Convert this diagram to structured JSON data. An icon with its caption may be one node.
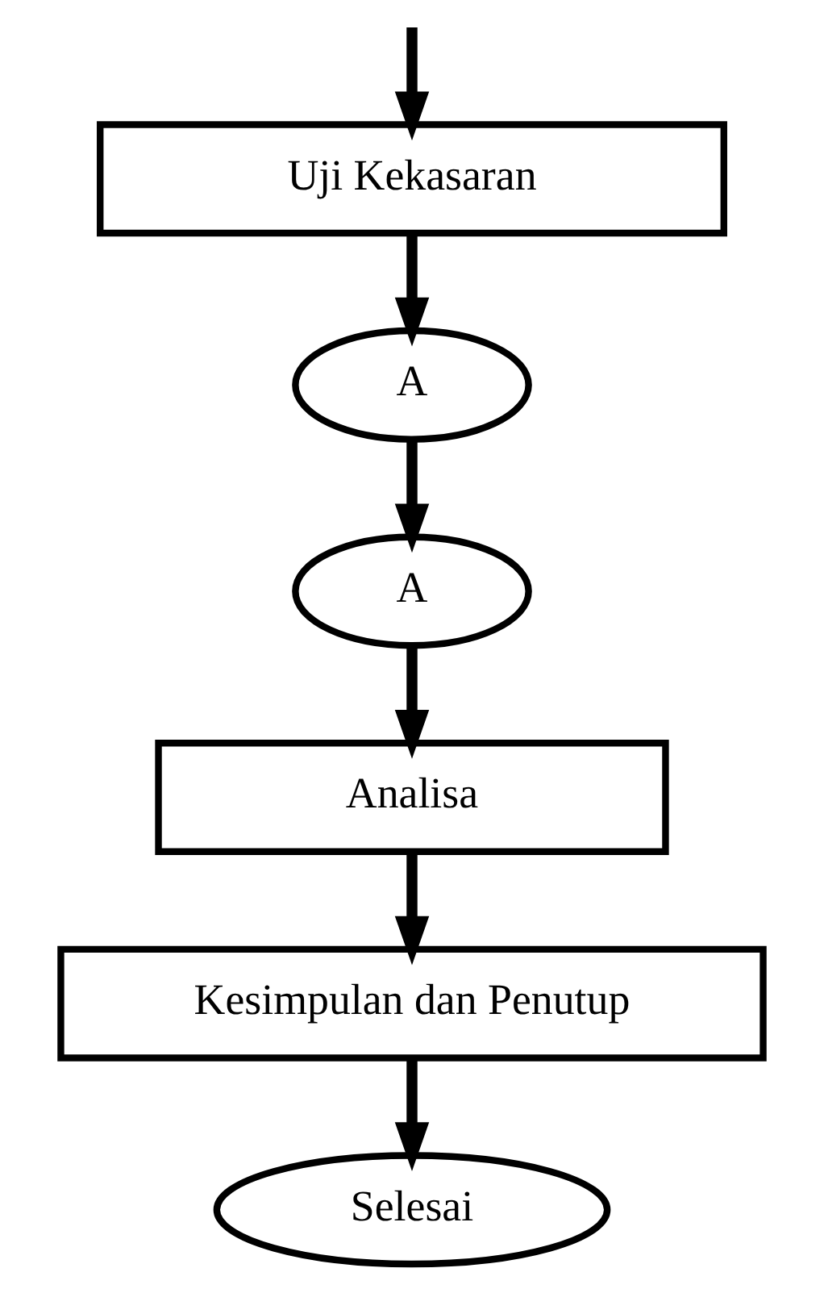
{
  "diagram": {
    "nodes": [
      {
        "text": [
          "Uji Kekasaran"
        ]
      },
      {
        "text": [
          "A"
        ]
      },
      {
        "text": [
          "A"
        ]
      },
      {
        "text": [
          "Analisa"
        ]
      },
      {
        "text": [
          "Kesimpulan dan Penutup"
        ]
      },
      {
        "text": [
          "Selesai"
        ]
      }
    ],
    "edges": [
      {
        "from": null,
        "to": 0,
        "arrow": "to"
      },
      {
        "from": 0,
        "to": 1,
        "arrow": "to"
      },
      {
        "from": 1,
        "to": 2,
        "arrow": "to"
      },
      {
        "from": 2,
        "to": 3,
        "arrow": "to"
      },
      {
        "from": 3,
        "to": 4,
        "arrow": "to"
      },
      {
        "from": 4,
        "to": 5,
        "arrow": "to"
      }
    ]
  }
}
